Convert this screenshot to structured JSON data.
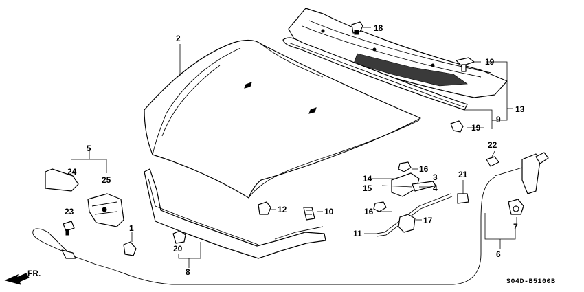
{
  "diagram": {
    "drawing_code": "S04D-B5100B",
    "direction_label": "FR.",
    "callouts": [
      "1",
      "2",
      "3",
      "4",
      "5",
      "6",
      "7",
      "8",
      "9",
      "10",
      "11",
      "12",
      "13",
      "14",
      "15",
      "16",
      "16",
      "17",
      "18",
      "19",
      "19",
      "20",
      "21",
      "22",
      "23",
      "24",
      "25"
    ]
  }
}
